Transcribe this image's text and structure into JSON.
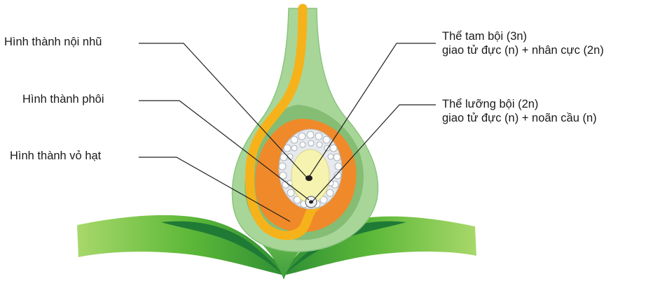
{
  "labels": {
    "endosperm": "Hình thành nội nhũ",
    "embryo": "Hình thành phôi",
    "seed_coat": "Hình thành vỏ hạt",
    "triploid_title": "Thể tam bội (3n)",
    "triploid_formula": "giao tử đực (n) + nhân cực (2n)",
    "diploid_title": "Thể lưỡng bội (2n)",
    "diploid_formula": "giao tử đực (n) + noãn cầu (n)"
  },
  "colors": {
    "leaf_green": "#5fb936",
    "leaf_dark": "#1e7e34",
    "ovary_light": "#a9d79a",
    "ovary_mid": "#86bf76",
    "integument_orange": "#f0892a",
    "pollen_tube_yellow": "#f6b21b",
    "embryo_sac": "#f6f3b0",
    "leader_line": "#222222"
  }
}
